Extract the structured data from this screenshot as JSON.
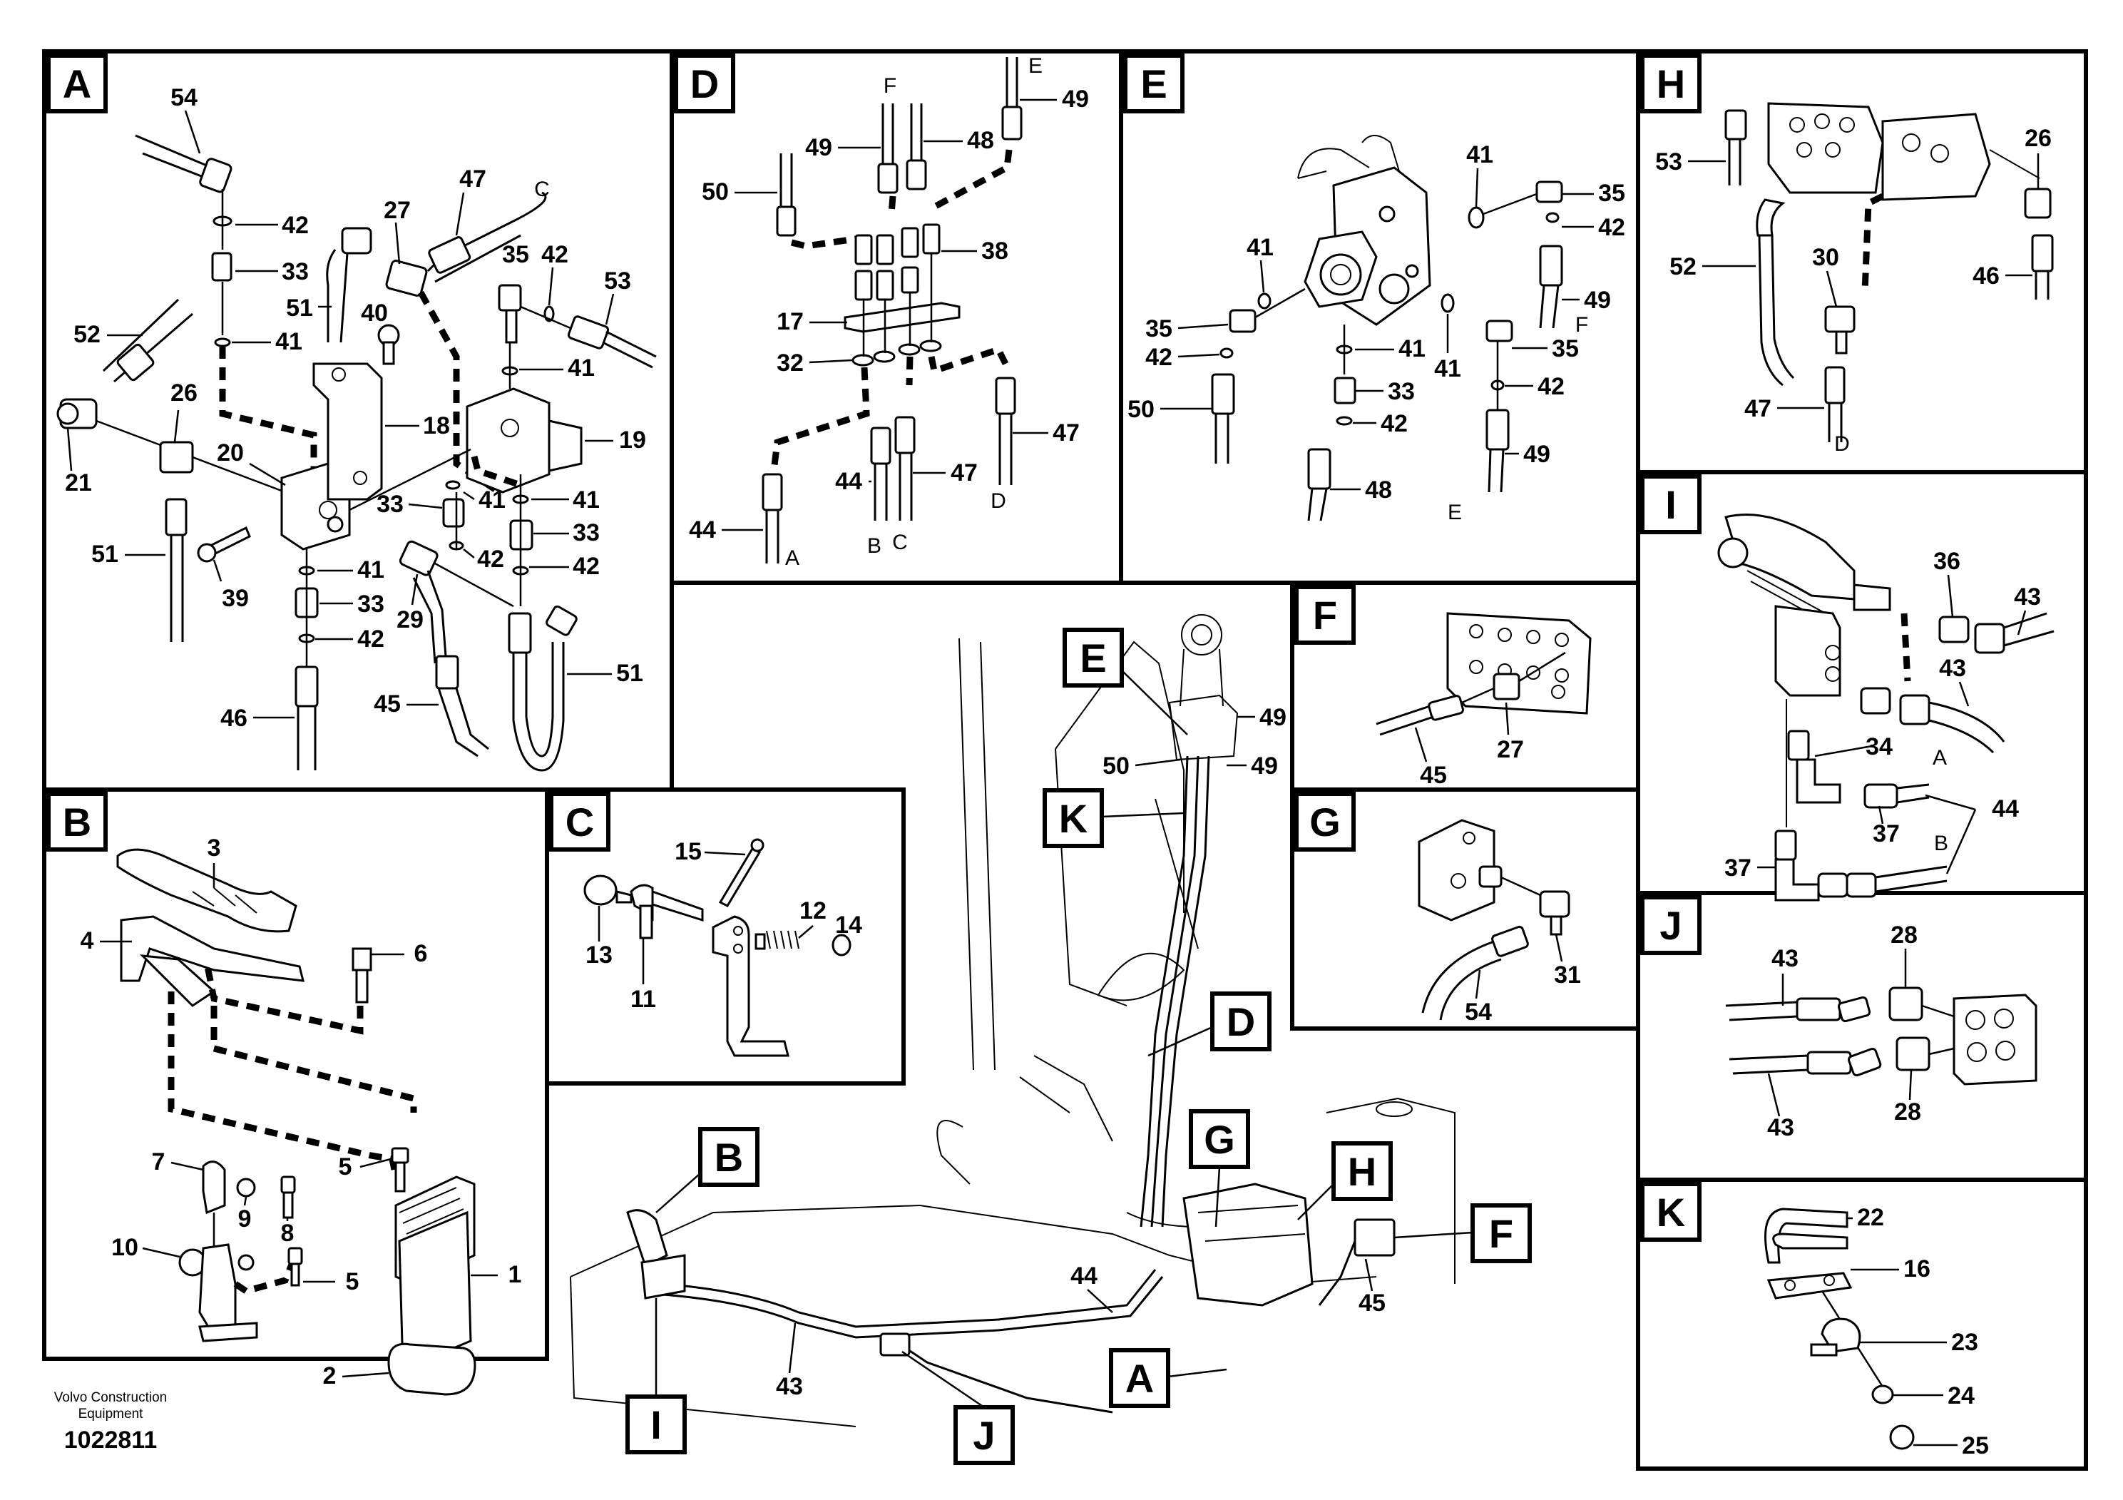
{
  "document": {
    "brand_line1": "Volvo Construction",
    "brand_line2": "Equipment",
    "document_number": "1022811"
  },
  "panels": [
    {
      "letter": "A",
      "callouts": [
        "54",
        "42",
        "33",
        "41",
        "52",
        "21",
        "26",
        "20",
        "51",
        "39",
        "27",
        "47",
        "C",
        "51",
        "40",
        "18",
        "35",
        "42",
        "53",
        "41",
        "19",
        "33",
        "41",
        "42",
        "41",
        "33",
        "42",
        "41",
        "29",
        "33",
        "42",
        "46",
        "45",
        "51"
      ]
    },
    {
      "letter": "D",
      "callouts": [
        "F",
        "E",
        "49",
        "49",
        "48",
        "50",
        "38",
        "17",
        "32",
        "47",
        "44",
        "47",
        "44",
        "A",
        "B",
        "C",
        "D"
      ]
    },
    {
      "letter": "E",
      "callouts": [
        "41",
        "35",
        "42",
        "41",
        "49",
        "F",
        "35",
        "35",
        "42",
        "41",
        "41",
        "42",
        "50",
        "33",
        "42",
        "48",
        "49",
        "E"
      ]
    },
    {
      "letter": "H",
      "callouts": [
        "53",
        "26",
        "52",
        "30",
        "46",
        "47",
        "D"
      ]
    },
    {
      "letter": "I",
      "callouts": [
        "36",
        "43",
        "43",
        "34",
        "A",
        "44",
        "37",
        "37",
        "B"
      ]
    },
    {
      "letter": "F",
      "callouts": [
        "27",
        "45"
      ]
    },
    {
      "letter": "G",
      "callouts": [
        "31",
        "54"
      ]
    },
    {
      "letter": "J",
      "callouts": [
        "43",
        "28",
        "43",
        "28"
      ]
    },
    {
      "letter": "K",
      "callouts": [
        "22",
        "16",
        "23",
        "24",
        "25"
      ]
    },
    {
      "letter": "B",
      "callouts": [
        "3",
        "4",
        "6",
        "7",
        "9",
        "8",
        "5",
        "10",
        "5",
        "1",
        "2"
      ]
    },
    {
      "letter": "C",
      "callouts": [
        "15",
        "12",
        "14",
        "13",
        "11"
      ]
    }
  ],
  "overview": {
    "location_tags": [
      "E",
      "K",
      "D",
      "G",
      "H",
      "B",
      "F",
      "A",
      "I",
      "J"
    ],
    "callouts": [
      "49",
      "50",
      "49",
      "44",
      "45",
      "43"
    ]
  }
}
